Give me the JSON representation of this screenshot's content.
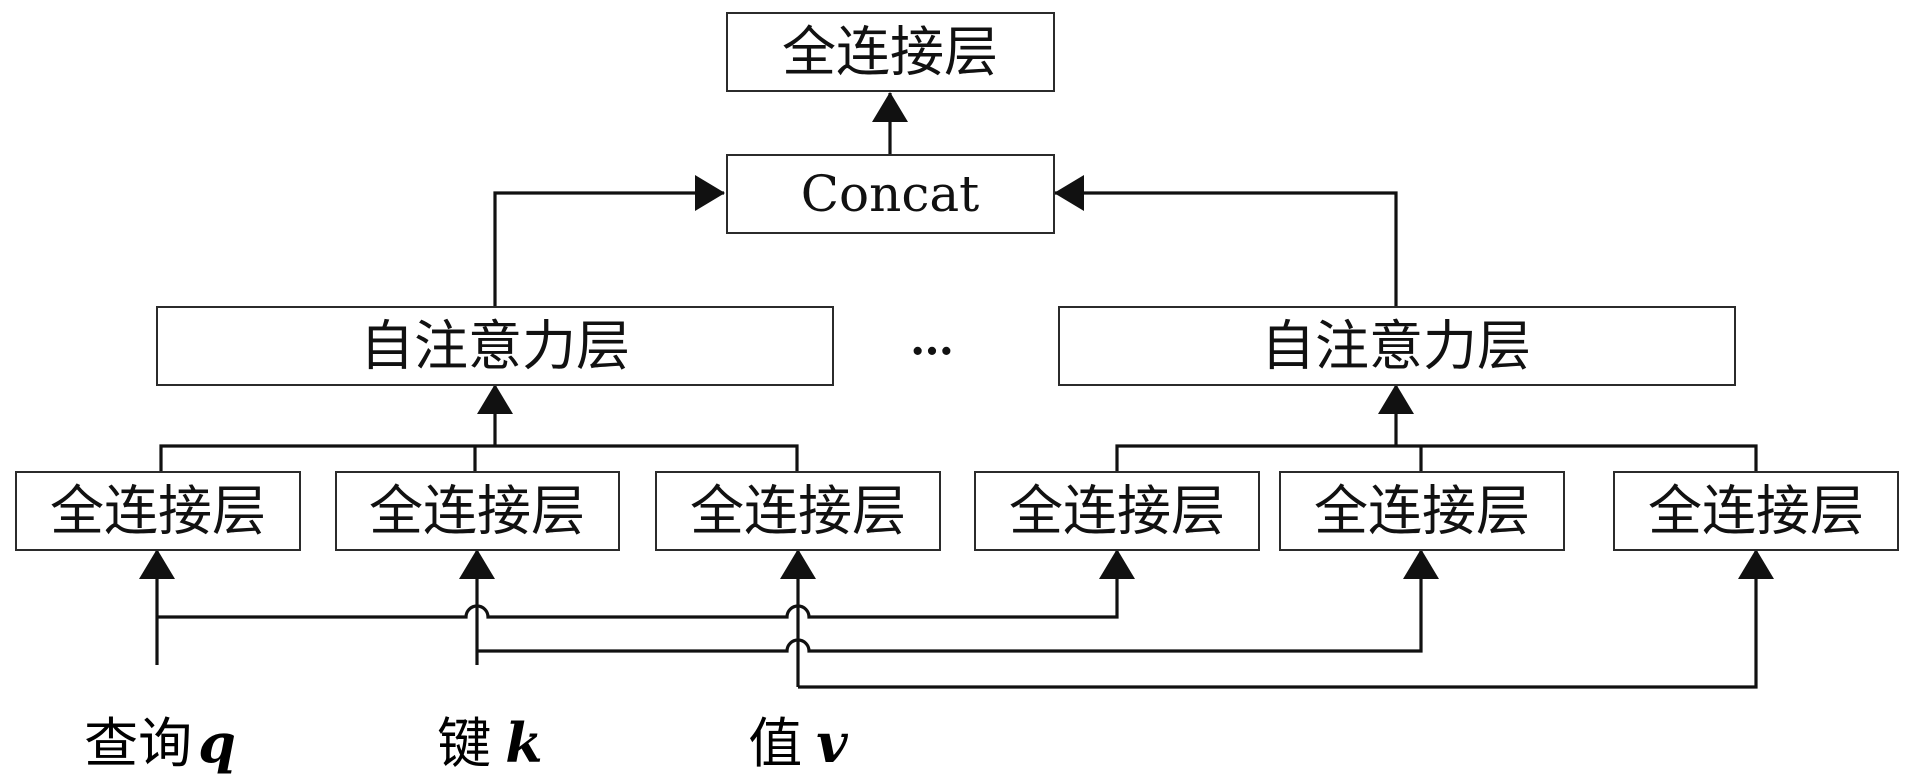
{
  "diagram": {
    "output_layer": "全连接层",
    "concat": "Concat",
    "attention_layers": [
      "自注意力层",
      "自注意力层"
    ],
    "ellipsis": "…",
    "fc_layers": [
      "全连接层",
      "全连接层",
      "全连接层",
      "全连接层",
      "全连接层",
      "全连接层"
    ],
    "inputs": [
      {
        "label": "查询",
        "var": "q"
      },
      {
        "label": "键",
        "var": "k"
      },
      {
        "label": "值",
        "var": "v"
      }
    ]
  }
}
